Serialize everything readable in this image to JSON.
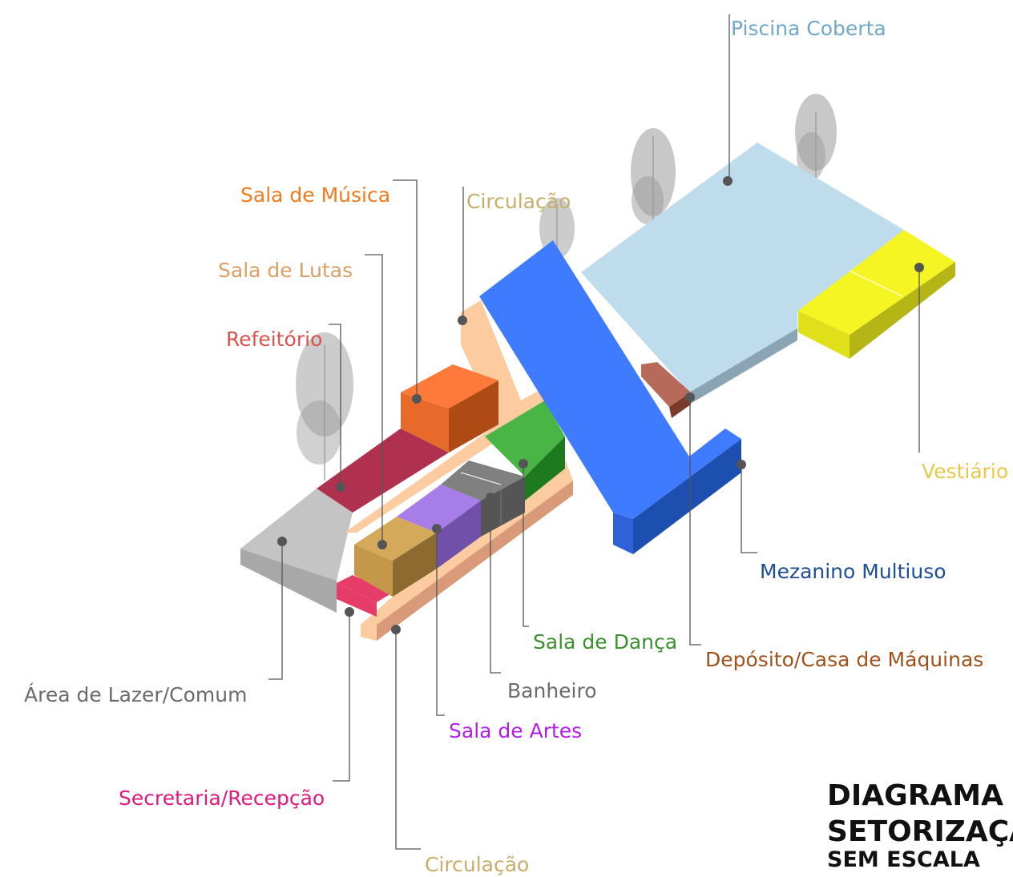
{
  "diagram": {
    "title_line1": "DIAGRAMA",
    "title_line2": "SETORIZAÇÃO",
    "subtitle": "SEM ESCALA"
  },
  "labels": {
    "piscina": {
      "text": "Piscina Coberta",
      "color": "#6fa8c8"
    },
    "sala_musica": {
      "text": "Sala de Música",
      "color": "#f07a1e"
    },
    "circulacao_top": {
      "text": "Circulação",
      "color": "#c9ad6b"
    },
    "sala_lutas": {
      "text": "Sala de Lutas",
      "color": "#d9a066"
    },
    "refeitorio": {
      "text": "Refeitório",
      "color": "#d9534f"
    },
    "vestiario": {
      "text": "Vestiário",
      "color": "#e8c84a"
    },
    "mezanino": {
      "text": "Mezanino Multiuso",
      "color": "#1f4e96"
    },
    "sala_danca": {
      "text": "Sala de Dança",
      "color": "#3c8f2e"
    },
    "deposito": {
      "text": "Depósito/Casa de Máquinas",
      "color": "#a0521c"
    },
    "area_lazer": {
      "text": "Área de Lazer/Comum",
      "color": "#6b6b6b"
    },
    "banheiro": {
      "text": "Banheiro",
      "color": "#6b6b6b"
    },
    "sala_artes": {
      "text": "Sala de Artes",
      "color": "#b31ee6"
    },
    "secretaria": {
      "text": "Secretaria/Recepção",
      "color": "#e0197d"
    },
    "circulacao_bottom": {
      "text": "Circulação",
      "color": "#c9ad6b"
    }
  },
  "colors": {
    "piscina": "#bfdcec",
    "vestiario": "#f5f523",
    "blue_block": "#3f7bff",
    "sala_musica": "#ff7a3a",
    "circulacao": "#fccba0",
    "refeitorio": "#b03050",
    "area_lazer": "#c4c4c4",
    "sala_lutas": "#d4a95a",
    "sala_artes": "#a77de8",
    "banheiro": "#808080",
    "sala_danca": "#48b545",
    "deposito": "#b86a5a",
    "secretaria": "#e53c6a"
  }
}
